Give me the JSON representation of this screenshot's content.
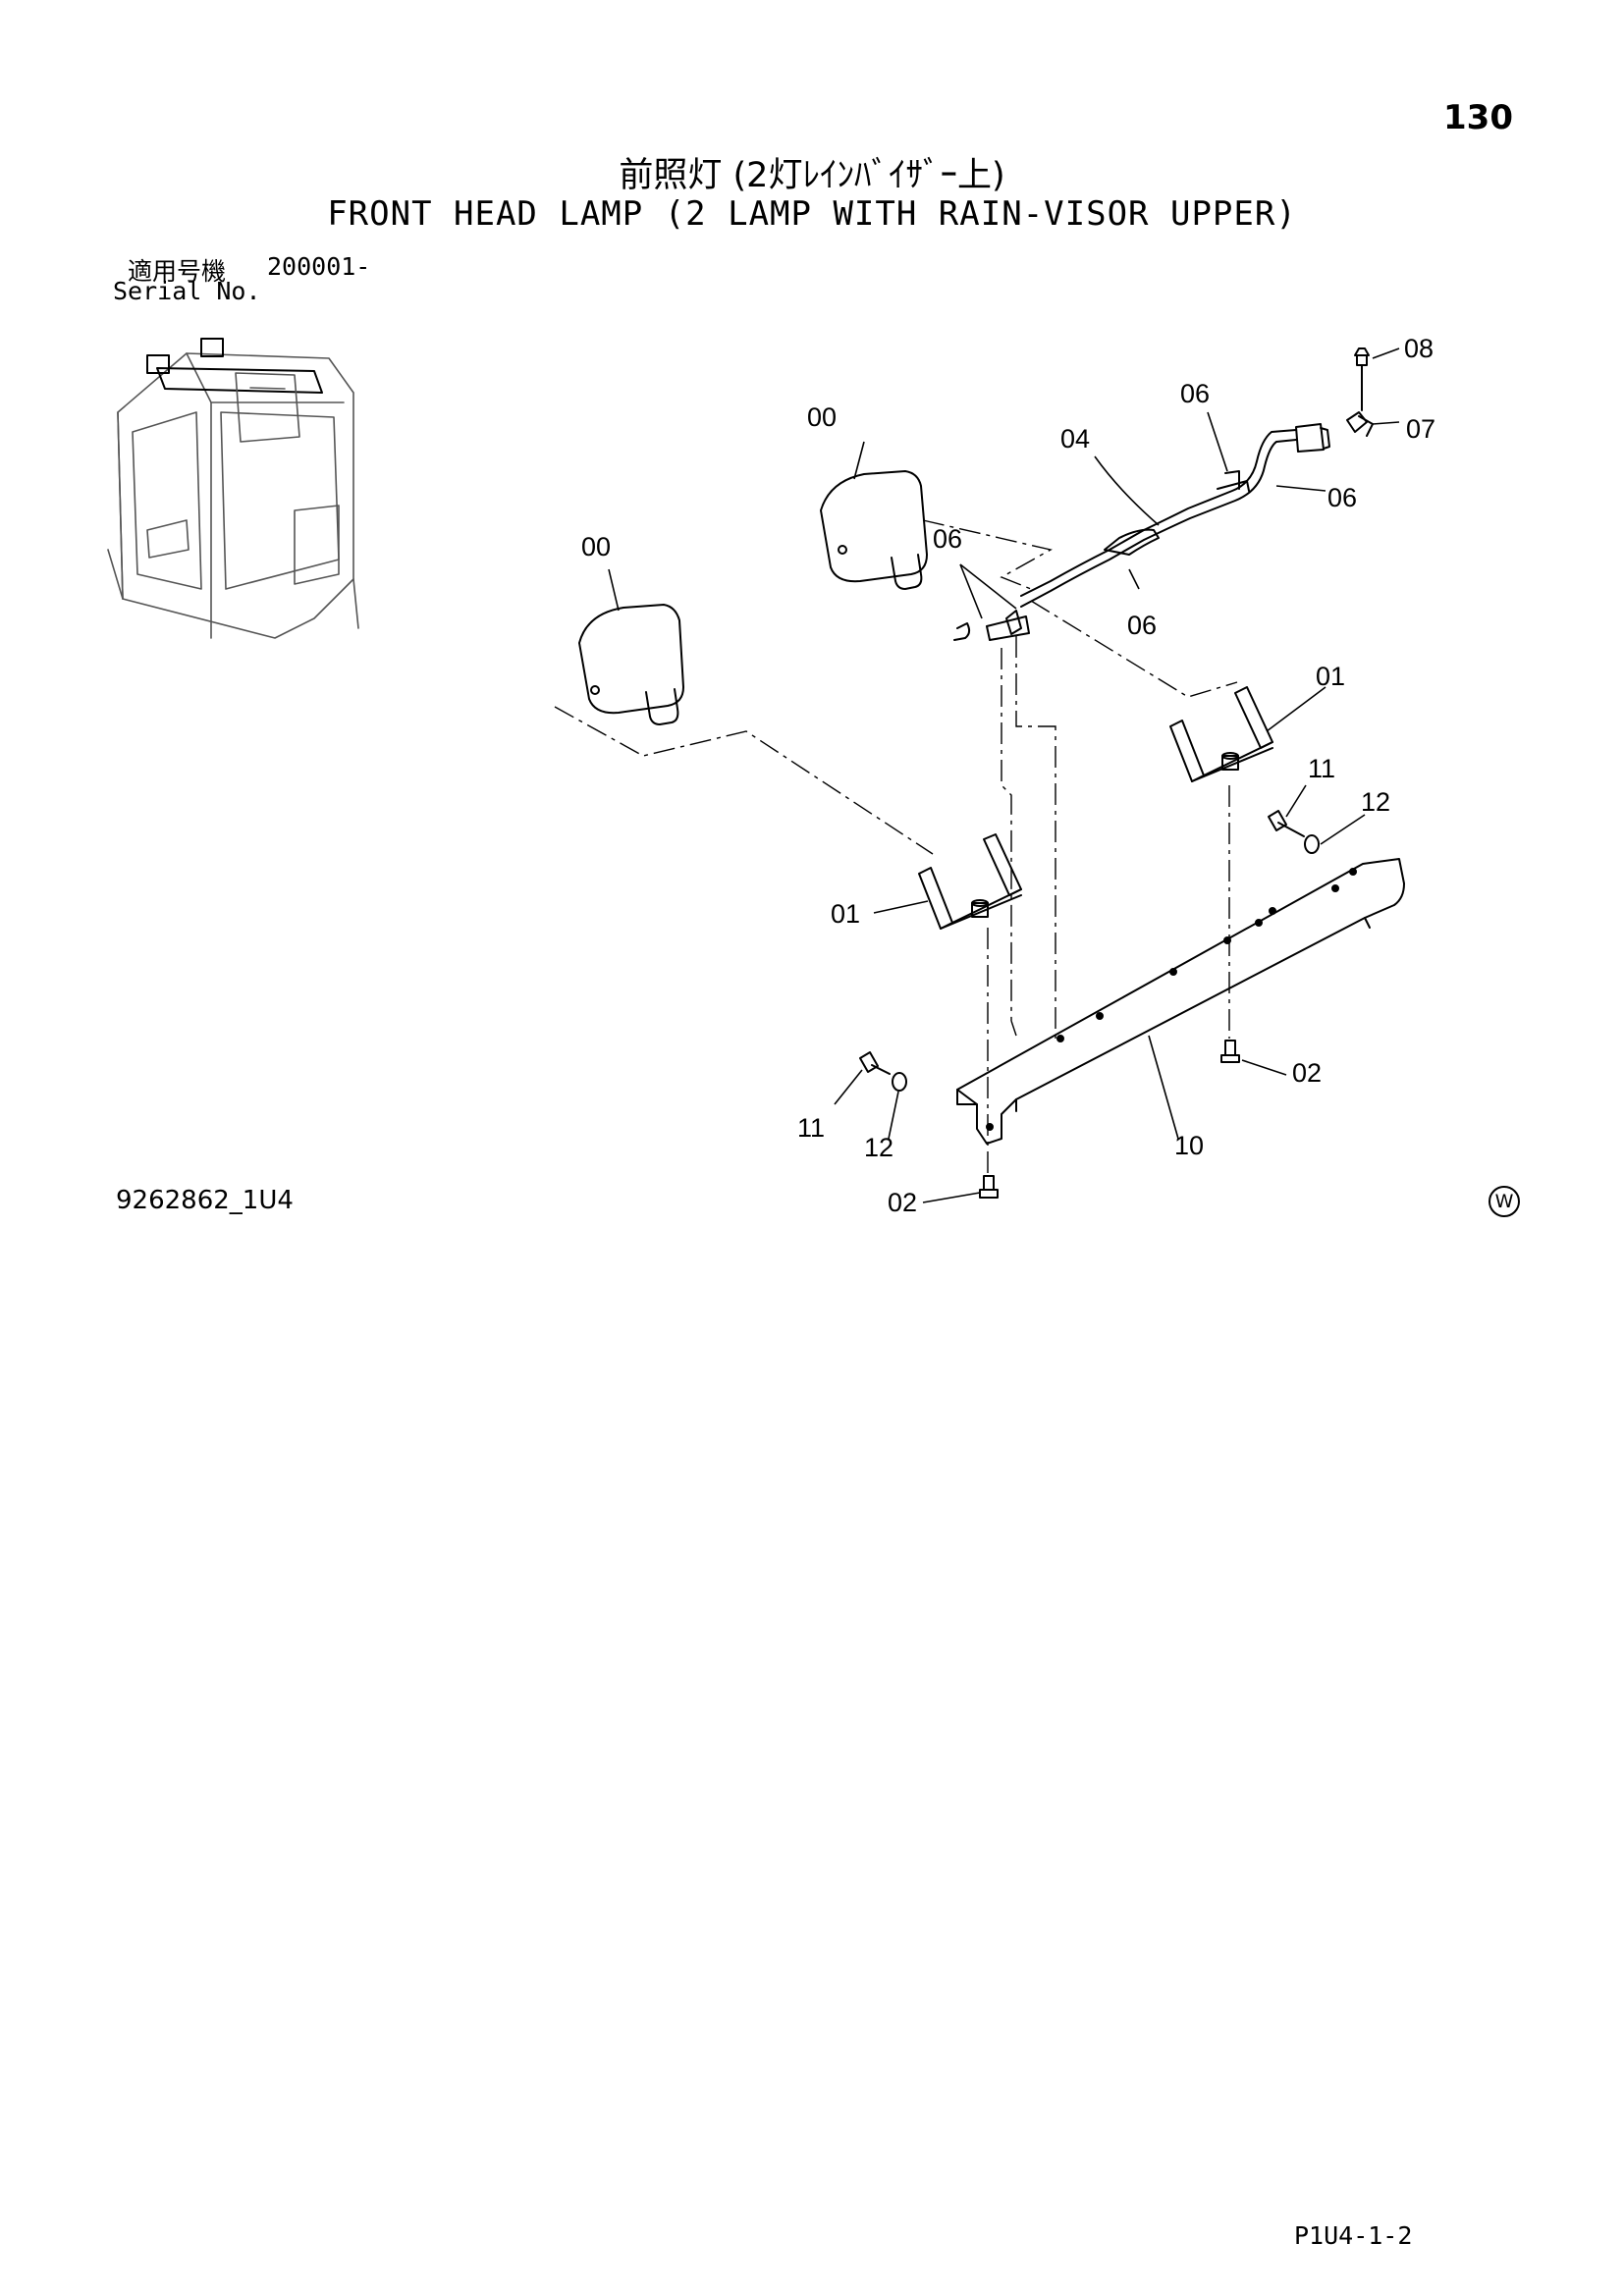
{
  "page_number": "130",
  "title_jp": "前照灯 (2灯ﾚｲﾝﾊﾞｲｻﾞｰ上)",
  "title_en": "FRONT HEAD LAMP (2 LAMP WITH RAIN-VISOR UPPER)",
  "serial": {
    "label_jp": "適用号機",
    "label_en": "Serial No.",
    "value": "200001-"
  },
  "drawing_number": "9262862_1U4",
  "w_mark": "W",
  "page_ref": "P1U4-1-2",
  "callouts": {
    "c08": "08",
    "c07": "07",
    "c06a": "06",
    "c06b": "06",
    "c06c": "06",
    "c06d": "06",
    "c04": "04",
    "c00a": "00",
    "c00b": "00",
    "c01a": "01",
    "c01b": "01",
    "c11a": "11",
    "c12a": "12",
    "c11b": "11",
    "c12b": "12",
    "c02a": "02",
    "c02b": "02",
    "c10": "10"
  }
}
